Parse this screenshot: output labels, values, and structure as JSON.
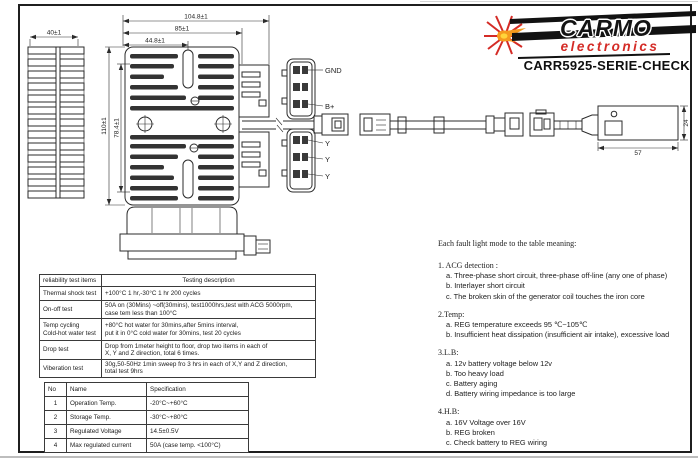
{
  "header": {
    "brand": "CARMO",
    "brand_sub": "electronics",
    "title": "CARR5925-SERIE-CHECK"
  },
  "drawing": {
    "dims": {
      "fin_width": "40±1",
      "overall_width": "104.8±1",
      "body_width": "85±1",
      "slot_offset": "44.8±1",
      "body_height": "110±1",
      "inner_height": "78.4±1",
      "tester_width": "57",
      "tester_height": "24"
    },
    "pin_labels": {
      "gnd": "GND",
      "b_plus": "B+",
      "y1": "Y",
      "y2": "Y",
      "y3": "Y"
    }
  },
  "fault_notes": {
    "intro": "Each fault light mode to the table meaning:",
    "sections": [
      {
        "title": "1. ACG detection :",
        "items": [
          "a. Three-phase short circuit, three-phase off-line (any one of phase)",
          "b. Interlayer short circuit",
          "c. The broken skin of the generator coil touches the iron core"
        ]
      },
      {
        "title": "2.Temp:",
        "items": [
          "a. REG temperature exceeds 95 ℃~105℃",
          "b. Insufficient heat dissipation (insufficient air intake), excessive load"
        ]
      },
      {
        "title": "3.L.B:",
        "items": [
          "a. 12v battery voltage below 12v",
          "b. Too heavy load",
          "c. Battery aging",
          "d. Battery wiring impedance is too large"
        ]
      },
      {
        "title": "4.H.B:",
        "items": [
          "a. 16V Voltage over 16V",
          "b. REG broken",
          "c. Check battery to REG wiring"
        ]
      }
    ]
  },
  "reliability_table": {
    "headers": [
      "reliability test items",
      "Testing description"
    ],
    "rows": [
      {
        "item": "Thermal shock test",
        "desc": "+100°C 1 hr,-30°C 1 hr 200 cycles"
      },
      {
        "item": "On-off test",
        "desc": "50A on (30Mins) ~off(30mins), test1000hrs,test with ACG 5000rpm,\ncase tem less than 100°C"
      },
      {
        "item": "Temp cycling\nCold-hot water test",
        "desc": "+80°C hot water for 30mins,after 5mins interval,\nput it in 0°C cold water for 30mins, test 20 cycles"
      },
      {
        "item": "Drop test",
        "desc": "Drop from 1meter height to floor, drop two items in each of\nX, Y and Z direction, total 6 times."
      },
      {
        "item": "Viberation test",
        "desc": "30g,50-50Hz 1min sweep fro 3 hrs in each of X,Y and Z direction,\ntotal test 9hrs"
      }
    ]
  },
  "spec_table": {
    "headers": [
      "No",
      "Name",
      "Specification"
    ],
    "rows": [
      {
        "no": "1",
        "name": "Operation Temp.",
        "spec": "-20°C~+60°C"
      },
      {
        "no": "2",
        "name": "Storage Temp.",
        "spec": "-30°C~+80°C"
      },
      {
        "no": "3",
        "name": "Regulated Voltage",
        "spec": "14.5±0.5V"
      },
      {
        "no": "4",
        "name": "Max regulated current",
        "spec": "50A (case temp. <100°C)"
      }
    ]
  },
  "colors": {
    "brand_red": "#d42b26",
    "spark_orange": "#f59a1d",
    "spark_yellow": "#ffd43a",
    "line_black": "#2b2b2b"
  }
}
